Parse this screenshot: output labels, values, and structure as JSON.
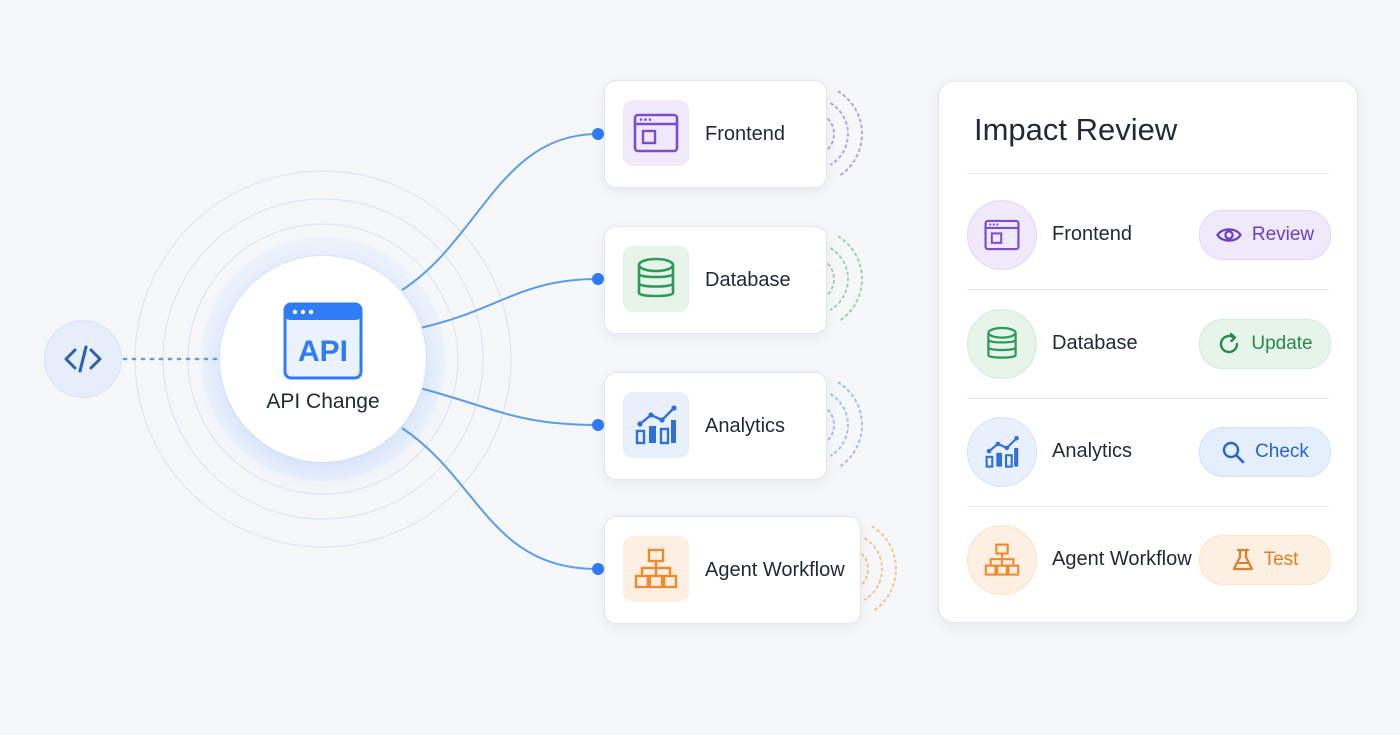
{
  "source": {
    "icon": "code-icon"
  },
  "hub": {
    "label": "API Change",
    "icon_text": "API",
    "icon": "api-window-icon"
  },
  "nodes": [
    {
      "label": "Frontend",
      "icon": "browser-window-icon",
      "color": "#7c4dcc",
      "tint": "#f0eafb",
      "wave": "#b9a3e8"
    },
    {
      "label": "Database",
      "icon": "database-icon",
      "color": "#2e9a5a",
      "tint": "#e6f4ea",
      "wave": "#9bd4b0"
    },
    {
      "label": "Analytics",
      "icon": "chart-icon",
      "color": "#2f6fd6",
      "tint": "#e8f0fc",
      "wave": "#a4c0ee"
    },
    {
      "label": "Agent Workflow",
      "icon": "workflow-icon",
      "color": "#ee8a2e",
      "tint": "#fdf0e2",
      "wave": "#f3c690"
    }
  ],
  "panel": {
    "title": "Impact Review",
    "rows": [
      {
        "label": "Frontend",
        "action": "Review",
        "action_icon": "eye-icon"
      },
      {
        "label": "Database",
        "action": "Update",
        "action_icon": "refresh-icon"
      },
      {
        "label": "Analytics",
        "action": "Check",
        "action_icon": "search-icon"
      },
      {
        "label": "Agent Workflow",
        "action": "Test",
        "action_icon": "flask-icon"
      }
    ]
  },
  "colors": {
    "accent": "#2f7cf6",
    "line": "#5b9cf0"
  }
}
